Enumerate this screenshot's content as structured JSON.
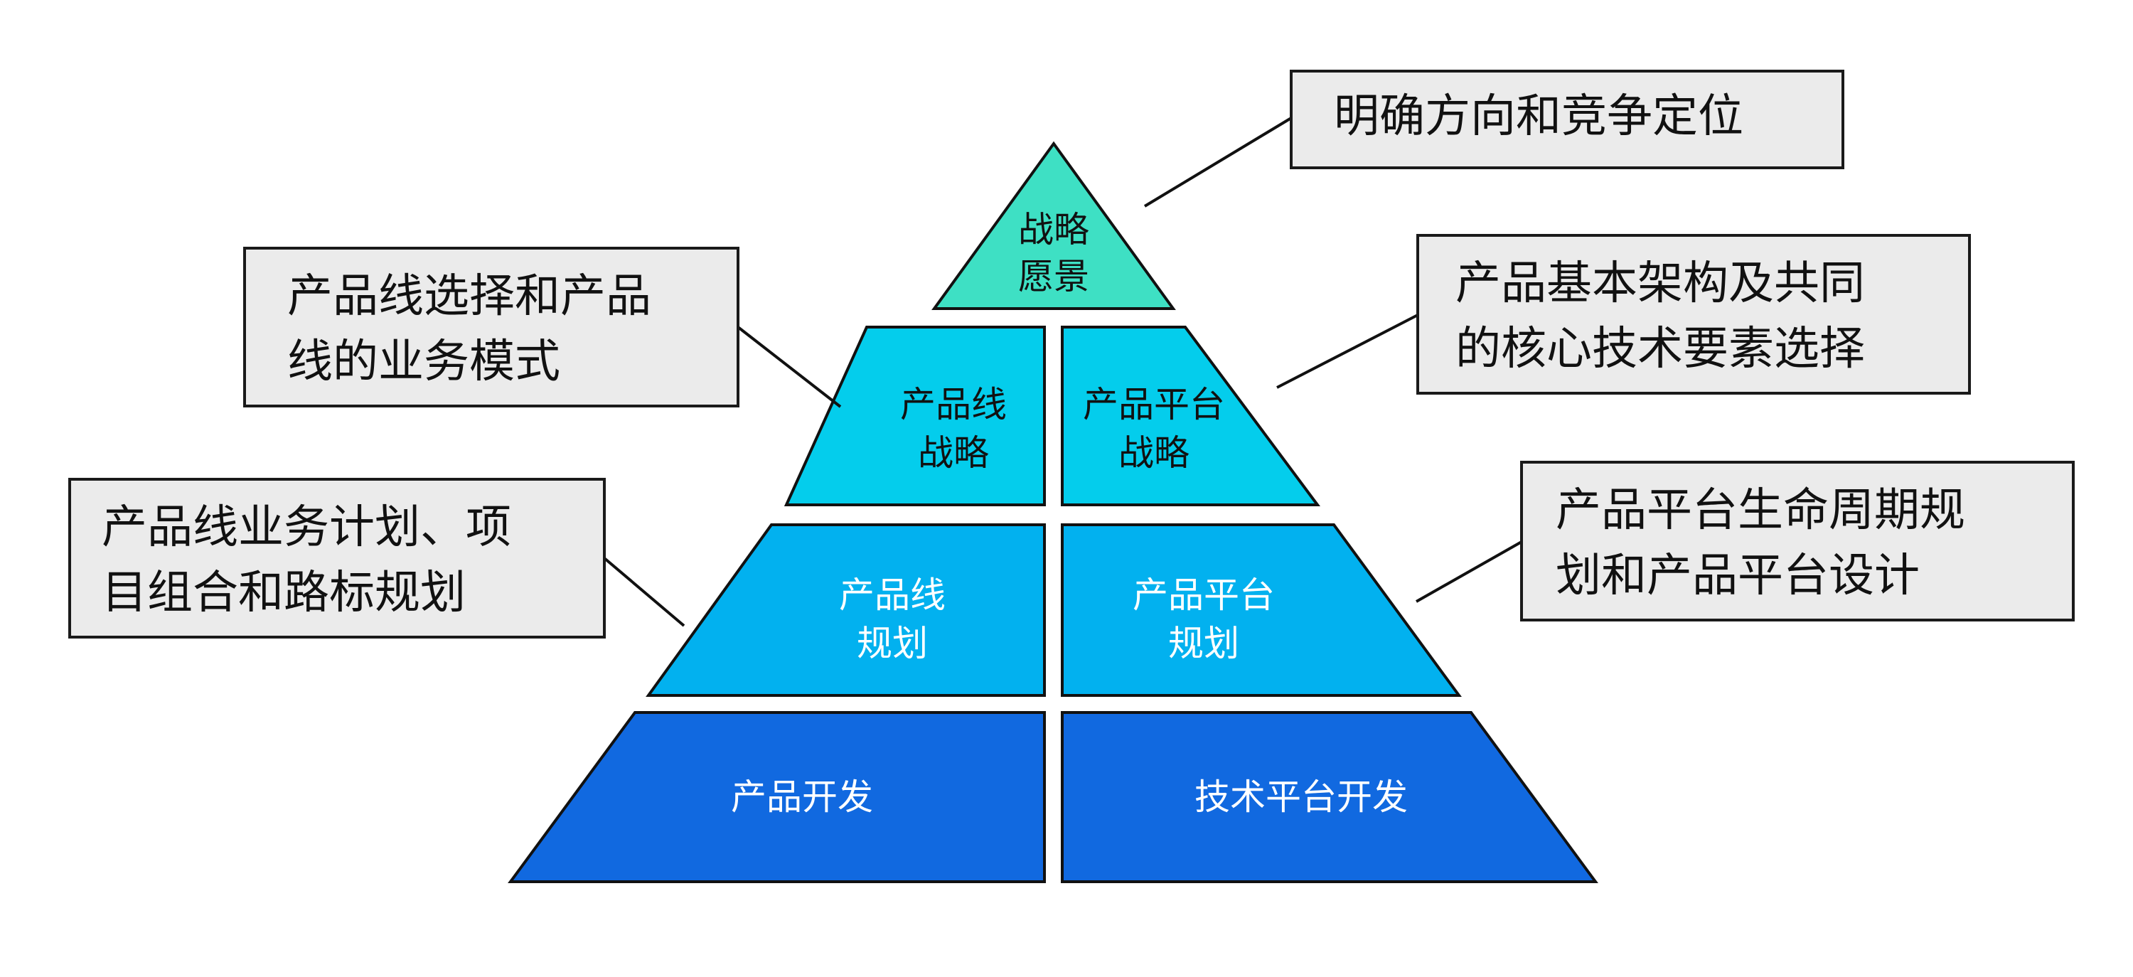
{
  "colors": {
    "tier_top": "#3ee0c4",
    "tier_2": "#04cdec",
    "tier_3": "#02b1ef",
    "tier_4": "#1169e0",
    "tier_text_dark": "#111111",
    "tier_text_light": "#ffffff",
    "callout_fill": "#ebebeb",
    "callout_border": "#1a1a1a",
    "callout_text": "#111111",
    "connector": "#111111"
  },
  "pyramid": {
    "top": {
      "line1": "战略",
      "line2": "愿景"
    },
    "tier2": {
      "left": {
        "line1": "产品线",
        "line2": "战略"
      },
      "right": {
        "line1": "产品平台",
        "line2": "战略"
      }
    },
    "tier3": {
      "left": {
        "line1": "产品线",
        "line2": "规划"
      },
      "right": {
        "line1": "产品平台",
        "line2": "规划"
      }
    },
    "tier4": {
      "left": {
        "line1": "产品开发"
      },
      "right": {
        "line1": "技术平台开发"
      }
    }
  },
  "callouts": {
    "vision": {
      "line1": "明确方向和竞争定位"
    },
    "product_line_strategy": {
      "line1": "产品线选择和产品",
      "line2": "线的业务模式"
    },
    "platform_strategy": {
      "line1": "产品基本架构及共同",
      "line2": "的核心技术要素选择"
    },
    "product_line_planning": {
      "line1": "产品线业务计划、项",
      "line2": "目组合和路标规划"
    },
    "platform_planning": {
      "line1": "产品平台生命周期规",
      "line2": "划和产品平台设计"
    }
  }
}
